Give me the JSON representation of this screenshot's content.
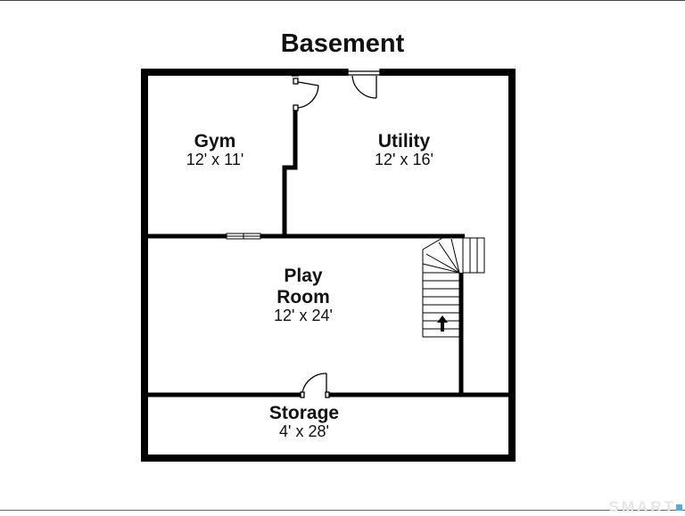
{
  "plan": {
    "title": "Basement",
    "rooms": [
      {
        "name": "Gym",
        "dims": "12' x 11'"
      },
      {
        "name": "Utility",
        "dims": "12' x 16'"
      },
      {
        "name_line1": "Play",
        "name_line2": "Room",
        "dims": "12' x 24'"
      },
      {
        "name": "Storage",
        "dims": "4' x 28'"
      }
    ]
  },
  "watermark": {
    "text": "SMART"
  },
  "colors": {
    "wall": "#000000",
    "background": "#ffffff"
  }
}
